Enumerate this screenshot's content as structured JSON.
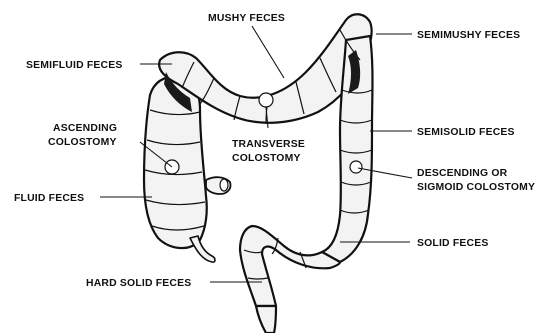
{
  "labels": {
    "mushy": "MUSHY FECES",
    "semimushy": "SEMIMUSHY FECES",
    "semifluid": "SEMIFLUID FECES",
    "ascending_1": "ASCENDING",
    "ascending_2": "COLOSTOMY",
    "transverse_1": "TRANSVERSE",
    "transverse_2": "COLOSTOMY",
    "semisolid": "SEMISOLID FECES",
    "descending_1": "DESCENDING OR",
    "descending_2": "SIGMOID COLOSTOMY",
    "fluid": "FLUID FECES",
    "solid": "SOLID FECES",
    "hard_solid": "HARD SOLID FECES"
  }
}
